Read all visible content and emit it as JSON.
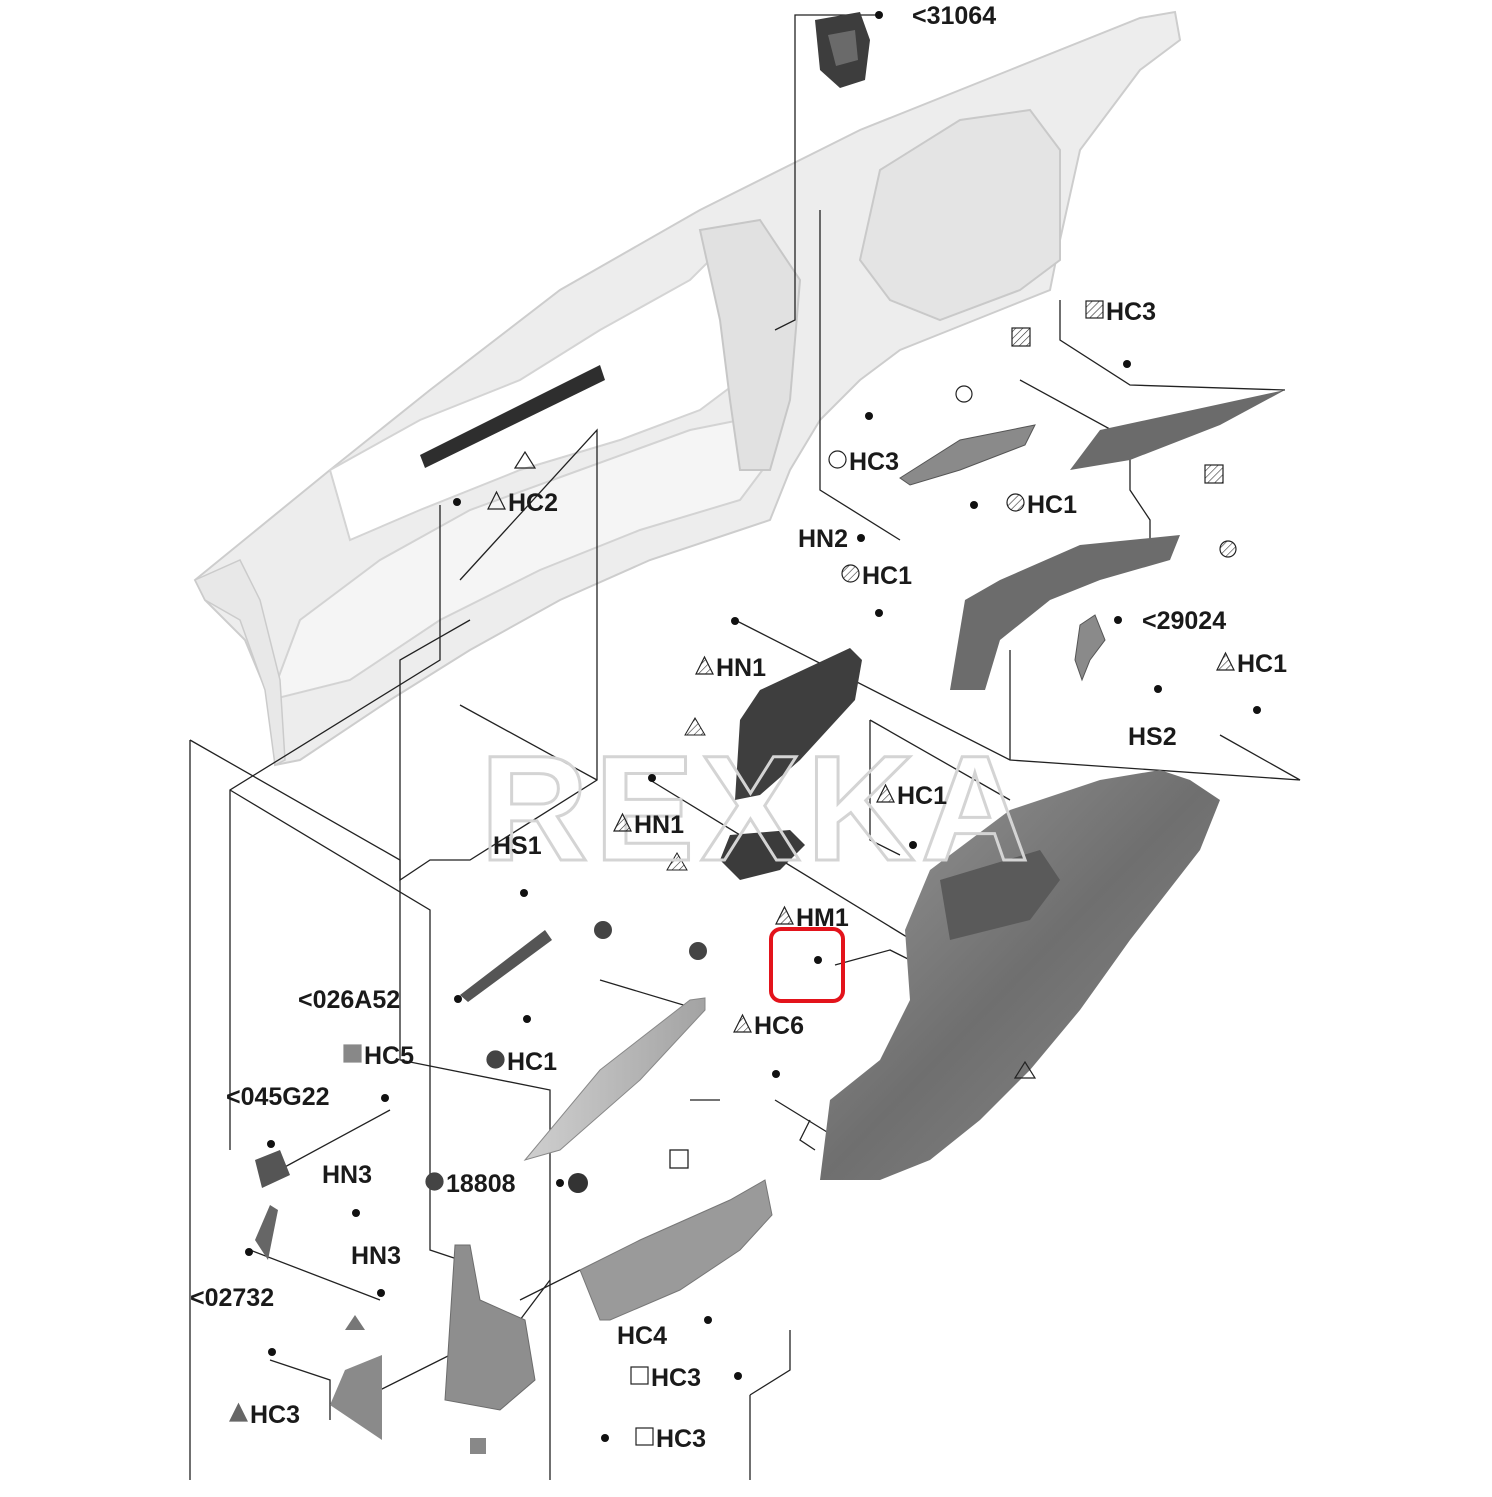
{
  "watermark": "REXKA",
  "highlight": {
    "label": "HM1",
    "color": "#e3131b"
  },
  "colors": {
    "part_dark": "#4a4a4a",
    "part_mid": "#7c7c7c",
    "part_light": "#a9a9a9",
    "body_shell": "#e4e4e4",
    "leader": "#222222"
  },
  "callouts": [
    {
      "id": "31064",
      "text": "<31064",
      "symbol": "none"
    },
    {
      "id": "hc3-top-right",
      "text": "HC3",
      "symbol": "hatched-square"
    },
    {
      "id": "hc3-circle",
      "text": "HC3",
      "symbol": "circle"
    },
    {
      "id": "hc1-hatched-circle",
      "text": "HC1",
      "symbol": "hatched-circle"
    },
    {
      "id": "hc2",
      "text": "HC2",
      "symbol": "triangle"
    },
    {
      "id": "hn2",
      "text": "HN2",
      "symbol": "none"
    },
    {
      "id": "hc1-hatched-circle-2",
      "text": "HC1",
      "symbol": "hatched-circle"
    },
    {
      "id": "29024",
      "text": "<29024",
      "symbol": "none"
    },
    {
      "id": "hn1-upper",
      "text": "HN1",
      "symbol": "hatched-triangle"
    },
    {
      "id": "hc1-right",
      "text": "HC1",
      "symbol": "hatched-triangle"
    },
    {
      "id": "hs2",
      "text": "HS2",
      "symbol": "none"
    },
    {
      "id": "hc1-mid",
      "text": "HC1",
      "symbol": "hatched-triangle"
    },
    {
      "id": "hn1-lower",
      "text": "HN1",
      "symbol": "hatched-triangle"
    },
    {
      "id": "hs1",
      "text": "HS1",
      "symbol": "none"
    },
    {
      "id": "hm1",
      "text": "HM1",
      "symbol": "hatched-triangle"
    },
    {
      "id": "026a52",
      "text": "<026A52",
      "symbol": "none"
    },
    {
      "id": "hc6",
      "text": "HC6",
      "symbol": "hatched-triangle"
    },
    {
      "id": "hc5",
      "text": "HC5",
      "symbol": "filled-square"
    },
    {
      "id": "hc1-filled",
      "text": "HC1",
      "symbol": "filled-circle"
    },
    {
      "id": "045g22",
      "text": "<045G22",
      "symbol": "none"
    },
    {
      "id": "hn3-upper",
      "text": "HN3",
      "symbol": "none"
    },
    {
      "id": "18808",
      "text": "18808",
      "symbol": "filled-circle"
    },
    {
      "id": "hn3-lower",
      "text": "HN3",
      "symbol": "none"
    },
    {
      "id": "02732",
      "text": "<02732",
      "symbol": "none"
    },
    {
      "id": "hc4",
      "text": "HC4",
      "symbol": "none"
    },
    {
      "id": "hc3-square-1",
      "text": "HC3",
      "symbol": "square"
    },
    {
      "id": "hc3-filled-triangle",
      "text": "HC3",
      "symbol": "filled-triangle"
    },
    {
      "id": "hc3-square-2",
      "text": "HC3",
      "symbol": "square"
    }
  ]
}
